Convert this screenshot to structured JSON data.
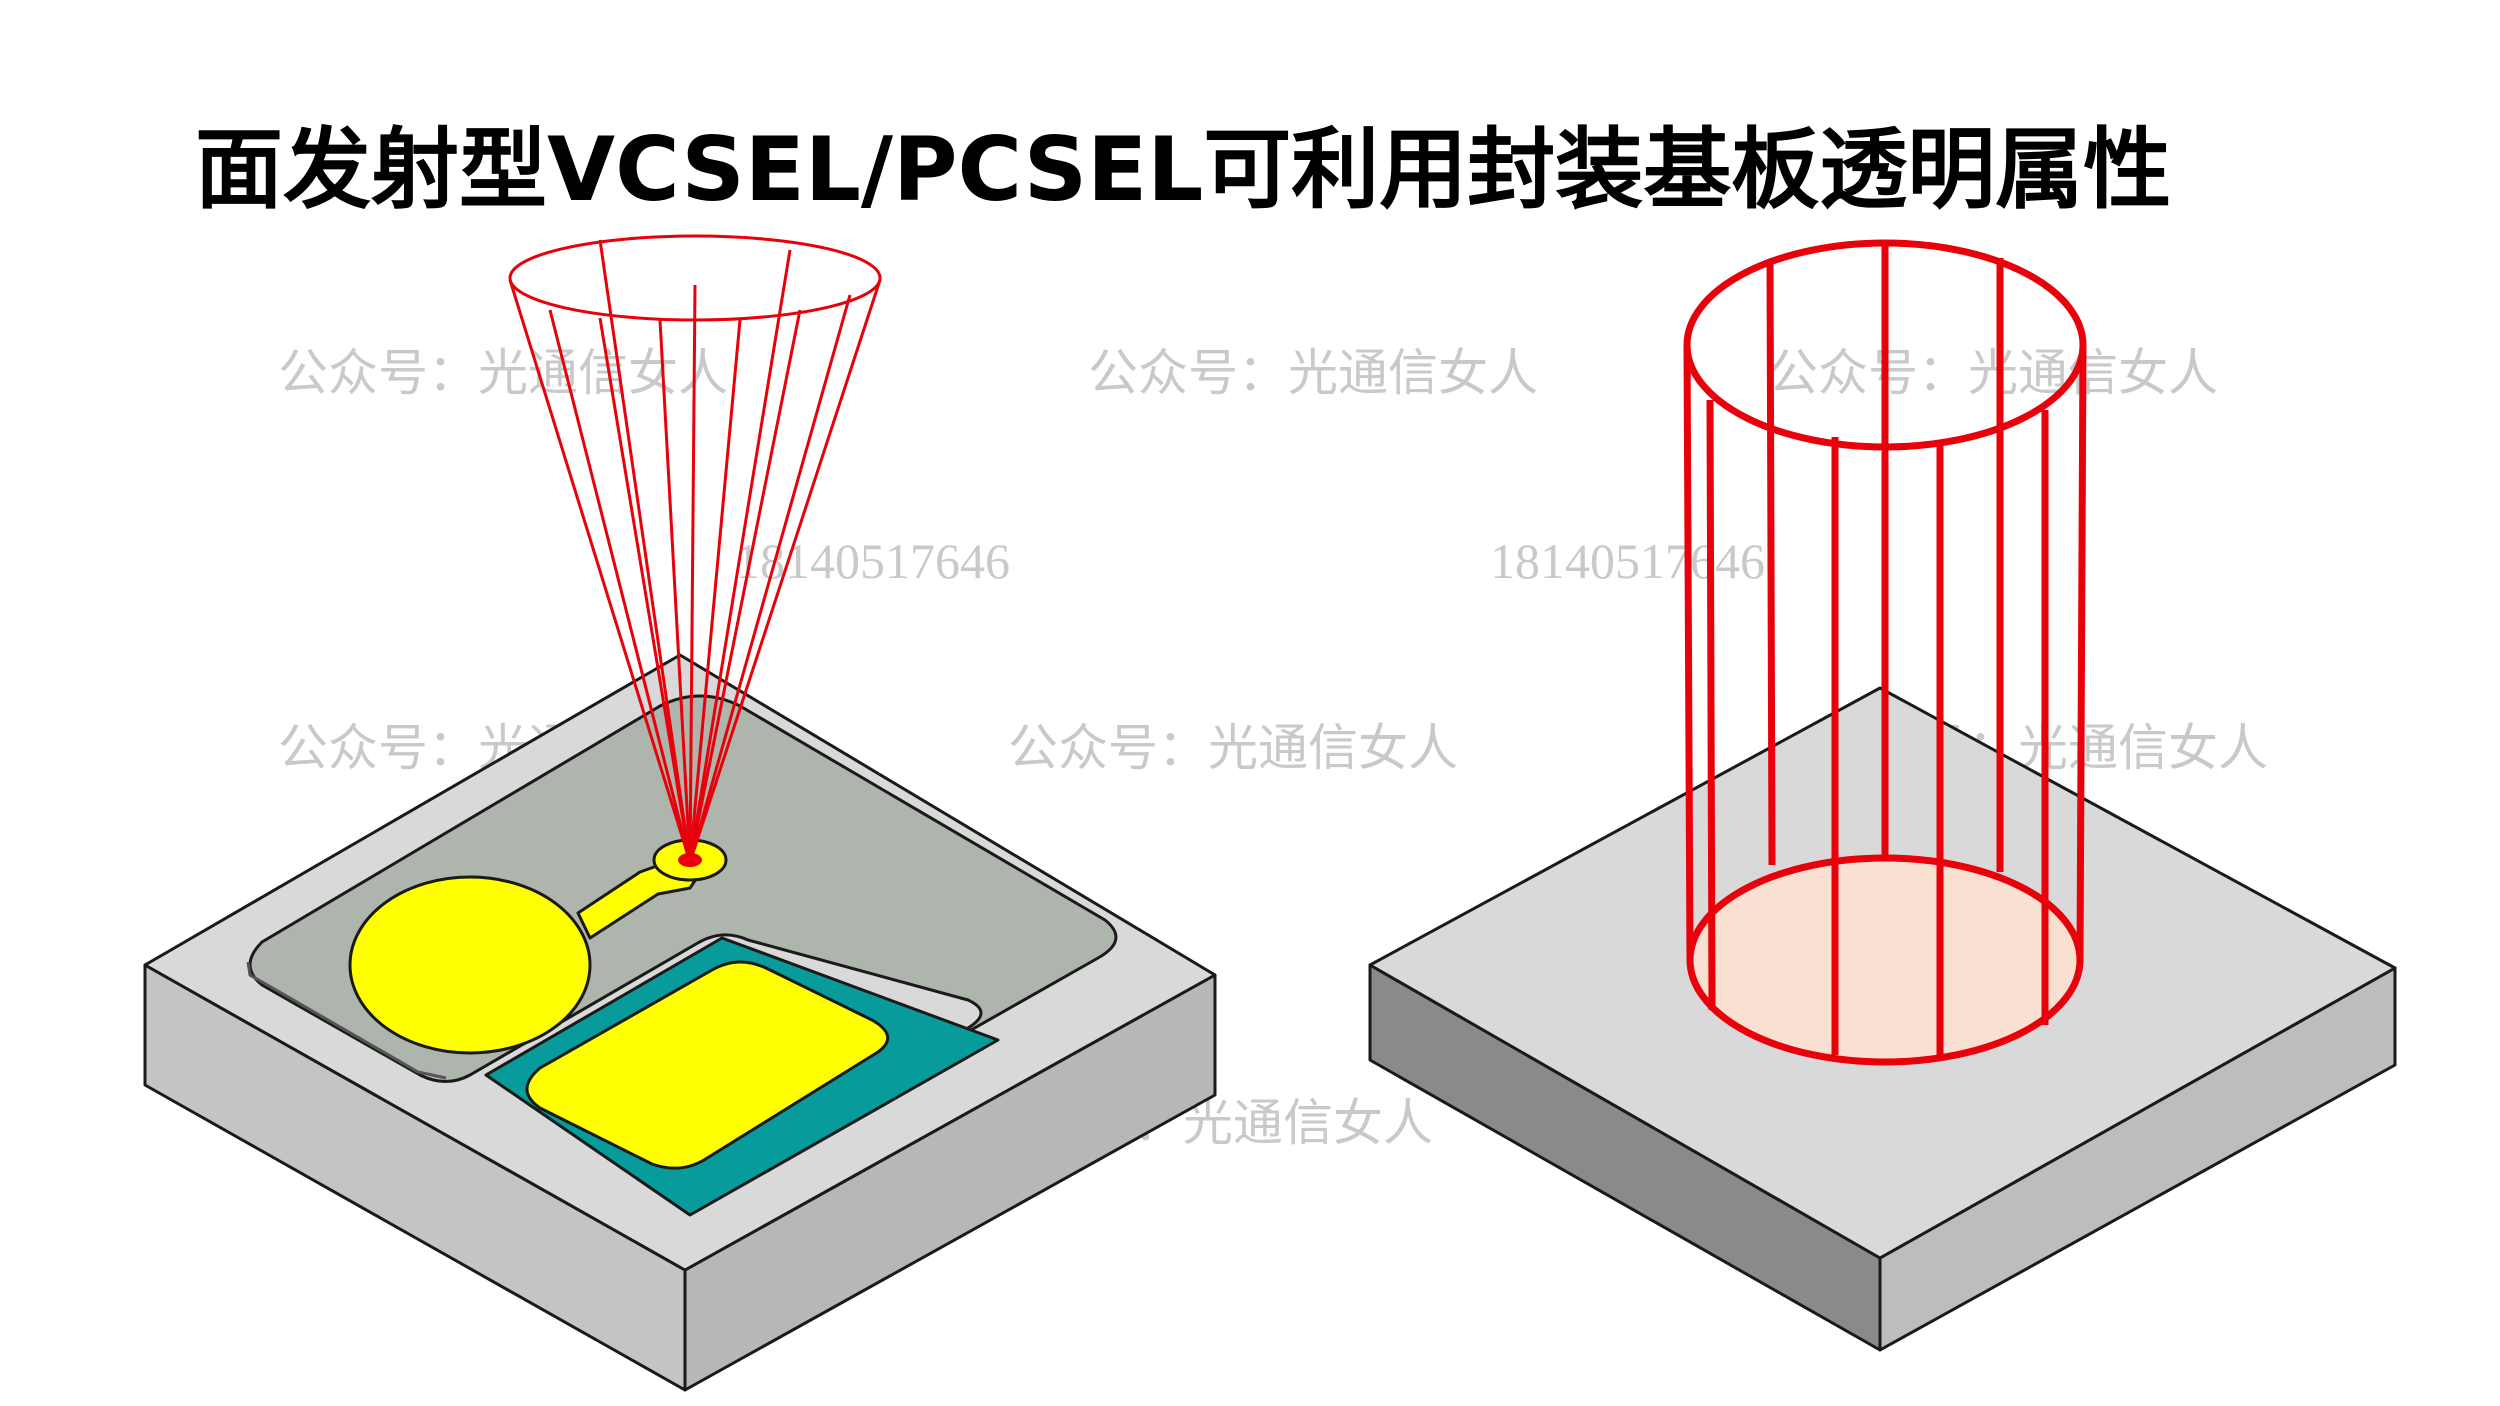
{
  "title": "面发射型VCSEL/PCSEL可利用封装基板透明属性",
  "watermark": {
    "text": "公众号：光通信女人",
    "number": "18140517646"
  },
  "colors": {
    "beam": "#e8000a",
    "pad_yellow": "#ffff00",
    "mesa_gray": "#adb5ad",
    "trench_teal": "#079b9b",
    "substrate_top": "#d9d9d9",
    "substrate_side_light": "#c4c4c4",
    "substrate_side_dark": "#8a8a8a",
    "spot_fill": "#f9e0d0"
  }
}
